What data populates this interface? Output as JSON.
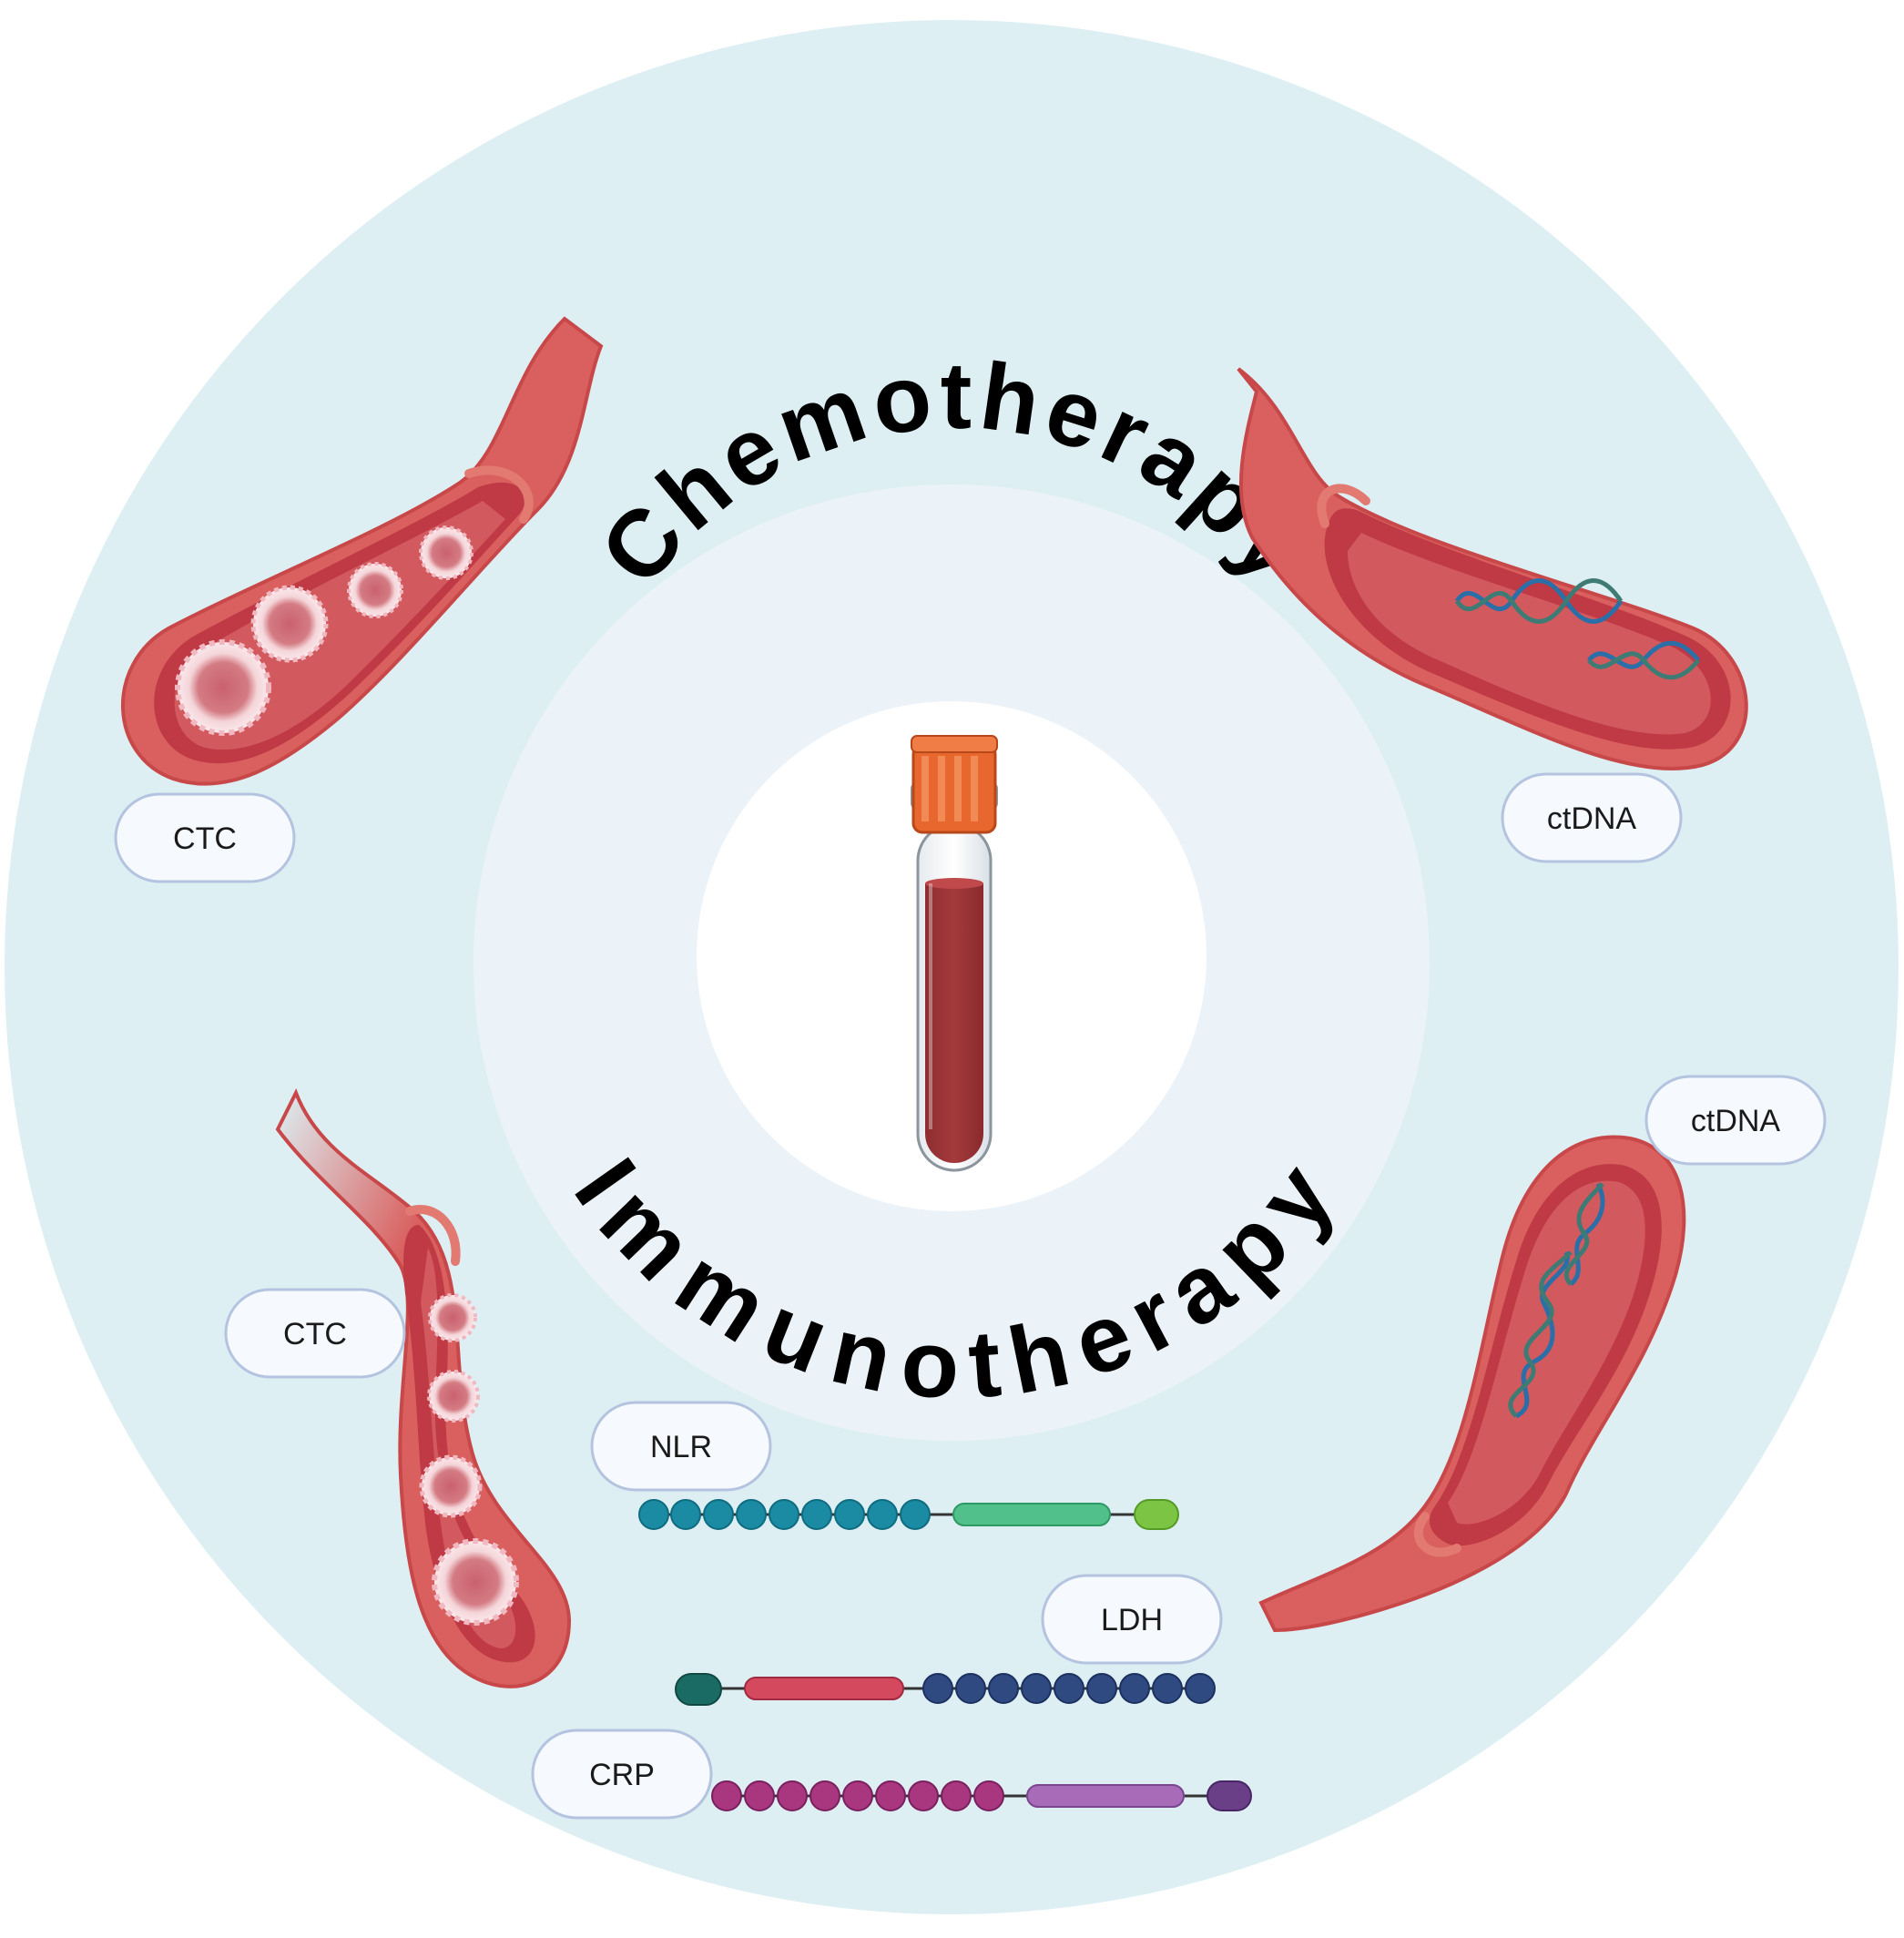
{
  "title_top": "Chemotherapy",
  "title_bottom": "Immunotherapy",
  "labels": {
    "ctc_top": "CTC",
    "ctc_bottom": "CTC",
    "ctdna_top": "ctDNA",
    "ctdna_bottom": "ctDNA",
    "nlr": "NLR",
    "ldh": "LDH",
    "crp": "CRP"
  },
  "colors": {
    "outer_circle": "#ddeff3",
    "middle_ring": "#ebf3f9",
    "inner_circle": "#ffffff",
    "vessel_outer": "#d9605f",
    "vessel_inner": "#bf3a44",
    "pill_border": "#b4c4e0",
    "pill_fill": "#f6f9fd",
    "nlr_beads": "#1b8ba3",
    "nlr_bar": "#52c08a",
    "nlr_end": "#7cc443",
    "ldh_start": "#1a6b63",
    "ldh_bar": "#d5495f",
    "ldh_beads": "#2f4a80",
    "crp_beads": "#a8377f",
    "crp_bar": "#a86bb8",
    "crp_end": "#6b3f88",
    "tube_cap": "#e8672e",
    "tube_blood": "#a33a3c",
    "dna_blue": "#2a6fa8",
    "dna_green": "#3d7b74"
  }
}
